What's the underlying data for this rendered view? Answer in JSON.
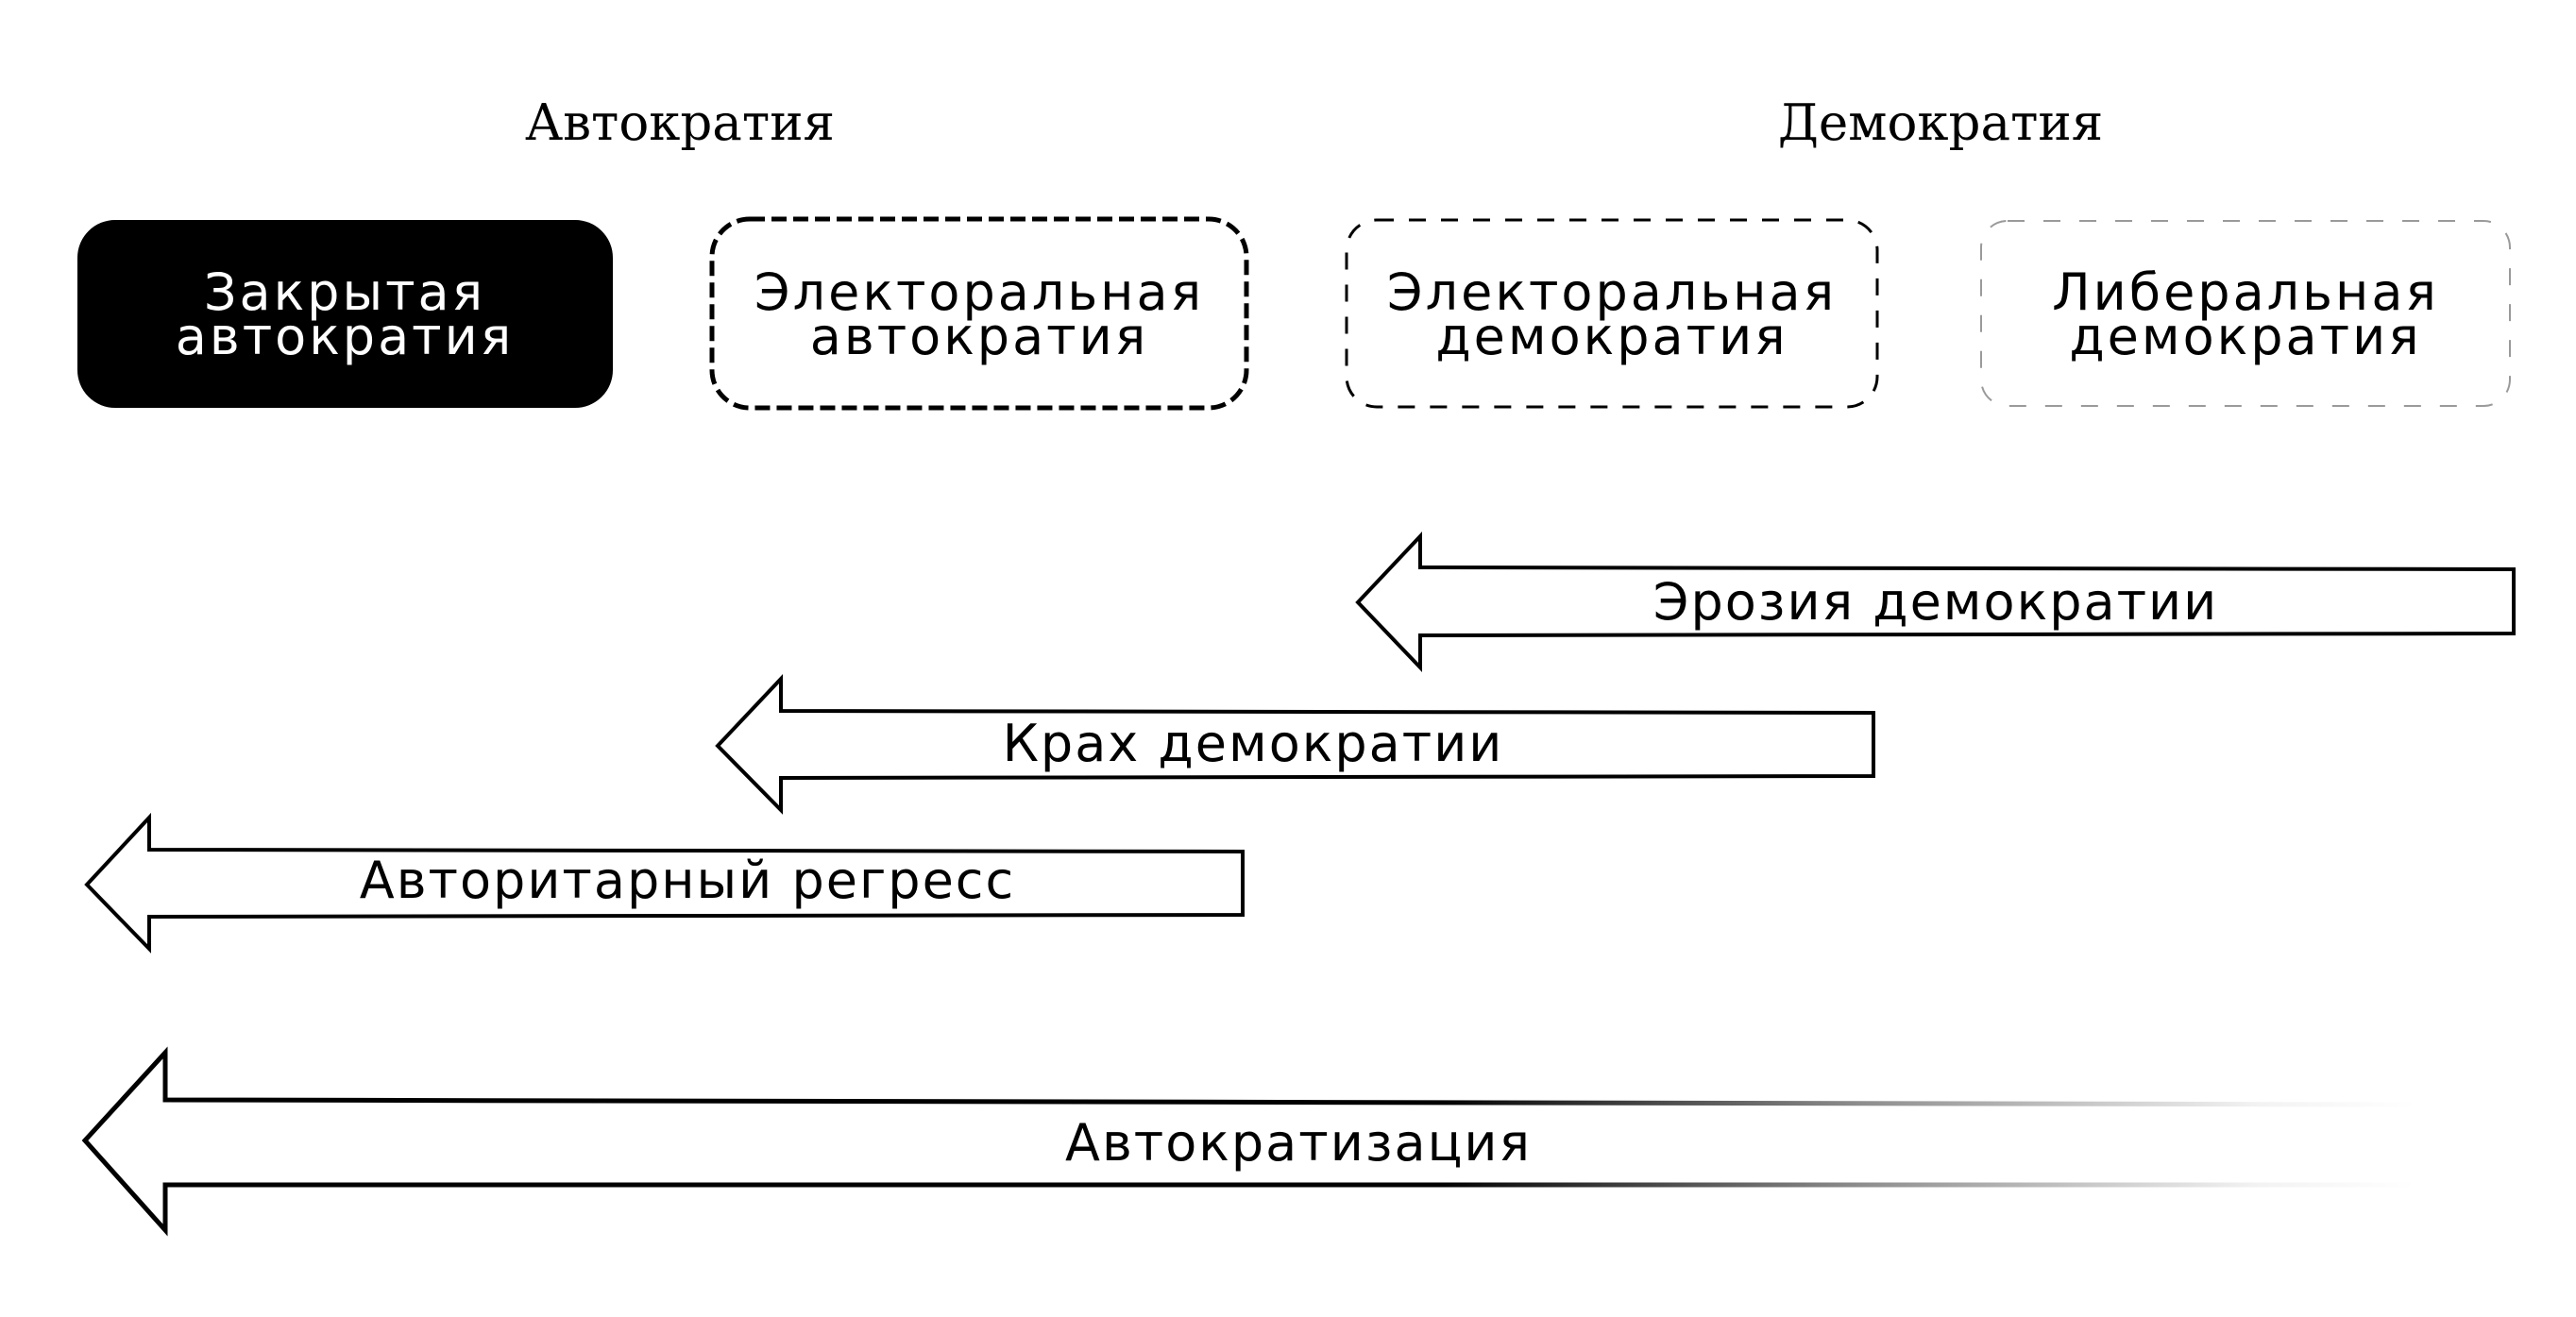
{
  "headings": {
    "autocracy": "Автократия",
    "democracy": "Демократия"
  },
  "regimes": [
    {
      "line1": "Закрытая",
      "line2": "автократия"
    },
    {
      "line1": "Электоральная",
      "line2": "автократия"
    },
    {
      "line1": "Электоральная",
      "line2": "демократия"
    },
    {
      "line1": "Либеральная",
      "line2": "демократия"
    }
  ],
  "arrows": {
    "erosion": "Эрозия демократии",
    "breakdown": "Крах демократии",
    "regression": "Авторитарный регресс",
    "autocratization": "Автократизация"
  },
  "colors": {
    "ink": "#000000",
    "background": "#ffffff",
    "closed_autocracy_fill": "#000000",
    "closed_autocracy_text": "#ffffff",
    "liberal_democracy_border": "#9a9a9a"
  }
}
